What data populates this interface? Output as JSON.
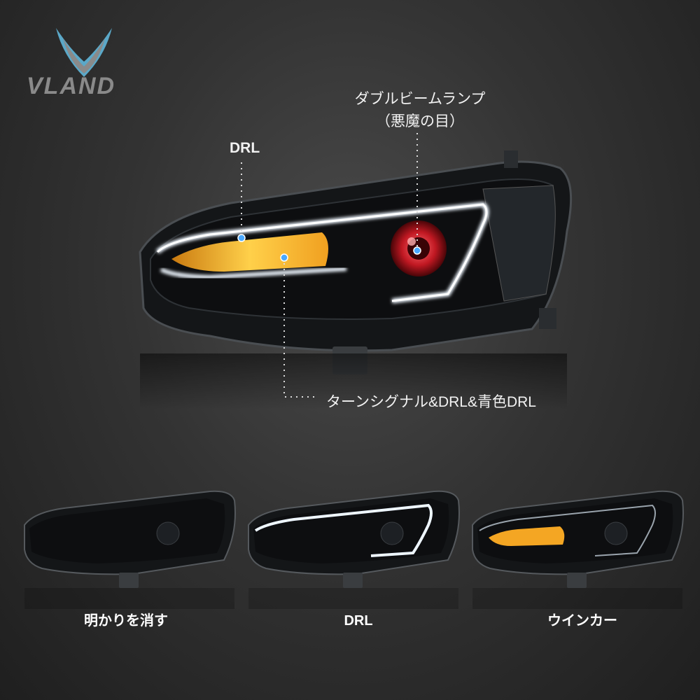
{
  "brand": {
    "name": "VLAND",
    "colors": {
      "logo_blue": "#5ba8c8",
      "logo_gray": "#8a8a8a"
    }
  },
  "callouts": {
    "drl_top": "DRL",
    "dual_beam_line1": "ダブルビームランプ",
    "dual_beam_line2": "（悪魔の目）",
    "turn_signal": "ターンシグナル&DRL&青色DRL"
  },
  "variants": [
    {
      "caption": "明かりを消す",
      "mode": "off"
    },
    {
      "caption": "DRL",
      "mode": "drl"
    },
    {
      "caption": "ウインカー",
      "mode": "turn"
    }
  ],
  "colors": {
    "amber": "#f4a623",
    "devil_eye": "#d0202a",
    "drl_white": "#eef6ff",
    "blue_dot": "#4aa8ff"
  }
}
